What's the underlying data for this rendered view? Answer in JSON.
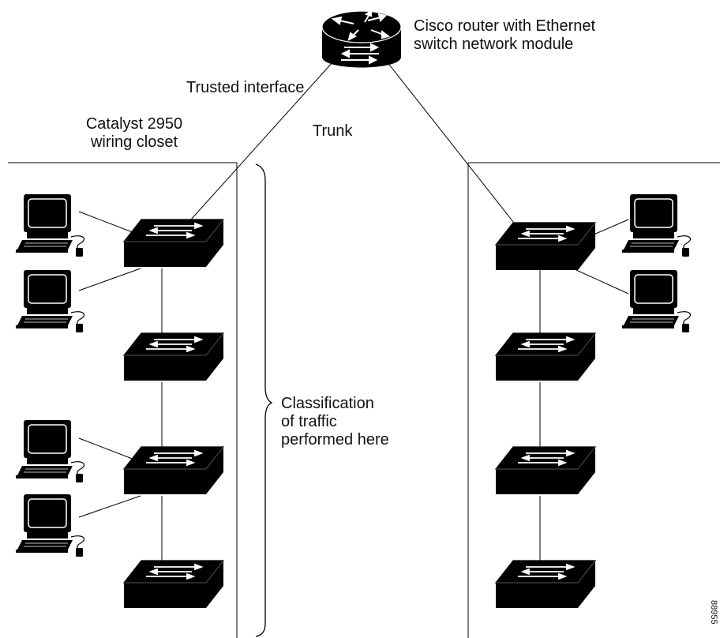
{
  "router": {
    "label_line1": "Cisco router with Ethernet",
    "label_line2": "switch network module",
    "icon": "router-icon"
  },
  "labels": {
    "trusted_interface": "Trusted interface",
    "trunk": "Trunk",
    "catalyst_line1": "Catalyst 2950",
    "catalyst_line2": "wiring closet",
    "classification_line1": "Classification",
    "classification_line2": "of traffic",
    "classification_line3": "performed here"
  },
  "figure_id": "88955",
  "icons": {
    "switch": "switch-icon",
    "workstation": "workstation-icon"
  },
  "colors": {
    "device_fill": "#000000",
    "line": "#000000",
    "background": "#ffffff"
  }
}
